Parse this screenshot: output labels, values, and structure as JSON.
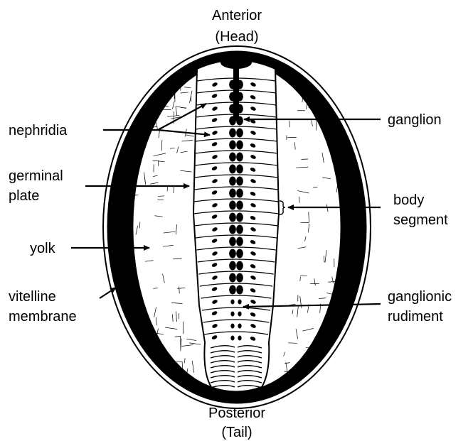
{
  "labels": {
    "anterior": "Anterior",
    "head": "(Head)",
    "posterior": "Posterior",
    "tail": "(Tail)",
    "nephridia": "nephridia",
    "germinal_line1": "germinal",
    "germinal_line2": "plate",
    "yolk": "yolk",
    "vitelline_line1": "vitelline",
    "vitelline_line2": "membrane",
    "ganglion": "ganglion",
    "body_line1": "body",
    "body_line2": "segment",
    "ganglionic_line1": "ganglionic",
    "ganglionic_line2": "rudiment"
  },
  "colors": {
    "ink": "#000000",
    "paper": "#ffffff"
  }
}
